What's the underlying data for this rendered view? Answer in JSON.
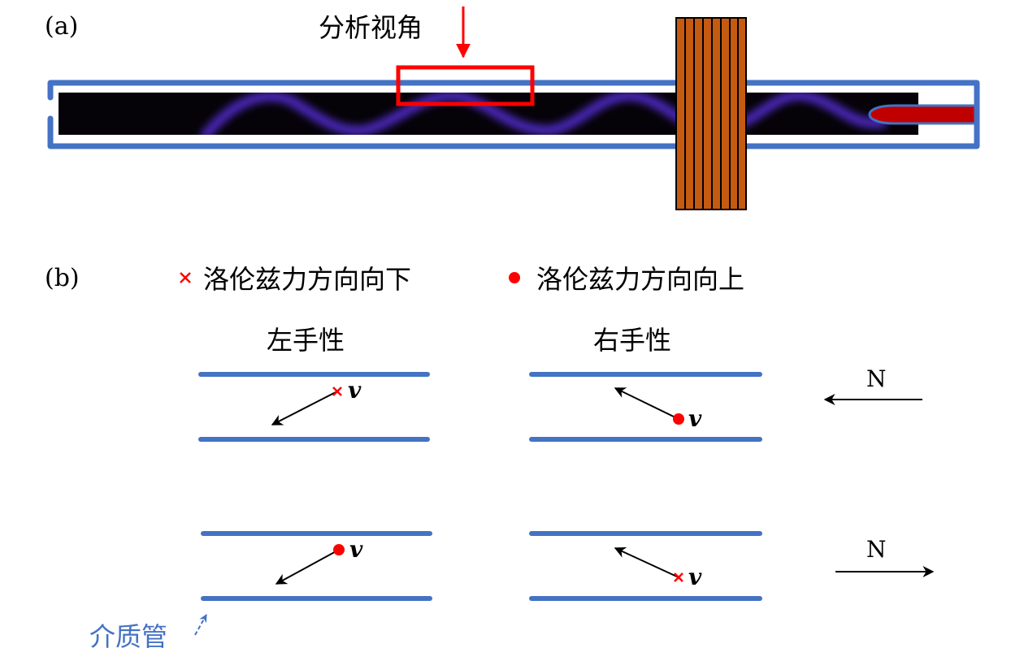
{
  "panel_a": {
    "label": "(a)",
    "view_label": "分析视角"
  },
  "panel_b": {
    "label": "(b)",
    "legend": [
      {
        "marker": "cross",
        "text": "洛伦兹力方向向下"
      },
      {
        "marker": "dot",
        "text": "洛伦兹力方向向上"
      }
    ],
    "left_title": "左手性",
    "right_title": "右手性",
    "velocity_symbol": "v",
    "north_label": "N",
    "tube_label": "介质管"
  },
  "colors": {
    "tube": "#4472c4",
    "highlight": "#ff0000",
    "coil": "#c55a11",
    "plasma": "#5a2ee0"
  }
}
